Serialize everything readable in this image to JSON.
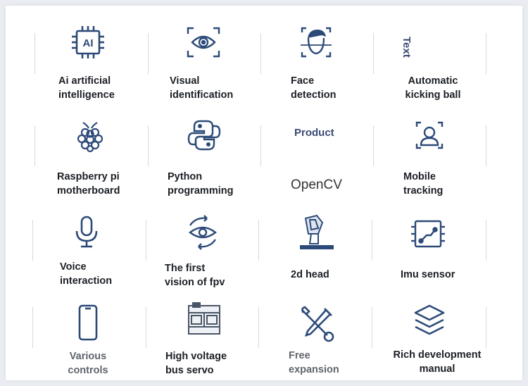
{
  "features": [
    {
      "label": "Ai artificial\nintelligence",
      "icon": "ai-chip-icon"
    },
    {
      "label": "Visual\nidentification",
      "icon": "eye-scan-icon"
    },
    {
      "label": "Face\ndetection",
      "icon": "face-scan-icon"
    },
    {
      "label": "Automatic\nkicking ball",
      "icon": "text-icon",
      "icon_text": "Text"
    },
    {
      "label": "Raspberry pi\nmotherboard",
      "icon": "raspberry-icon"
    },
    {
      "label": "Python\nprogramming",
      "icon": "python-icon"
    },
    {
      "label": "OpenCV",
      "icon": "product-text-icon",
      "icon_text": "Product"
    },
    {
      "label": "Mobile\ntracking",
      "icon": "person-scan-icon"
    },
    {
      "label": "Voice\ninteraction",
      "icon": "microphone-icon"
    },
    {
      "label": "The first\nvision of fpv",
      "icon": "rotate-eye-icon"
    },
    {
      "label": "2d head",
      "icon": "robot-head-icon"
    },
    {
      "label": "Imu sensor",
      "icon": "circuit-board-icon"
    },
    {
      "label": "Various\ncontrols",
      "icon": "phone-icon"
    },
    {
      "label": "High voltage\nbus servo",
      "icon": "servo-icon"
    },
    {
      "label": "Free\nexpansion",
      "icon": "tools-icon"
    },
    {
      "label": "Rich development\nmanual",
      "icon": "layers-icon"
    }
  ],
  "colors": {
    "icon": "#2c4a78",
    "text": "#1b1f25",
    "muted": "#5f656d"
  }
}
